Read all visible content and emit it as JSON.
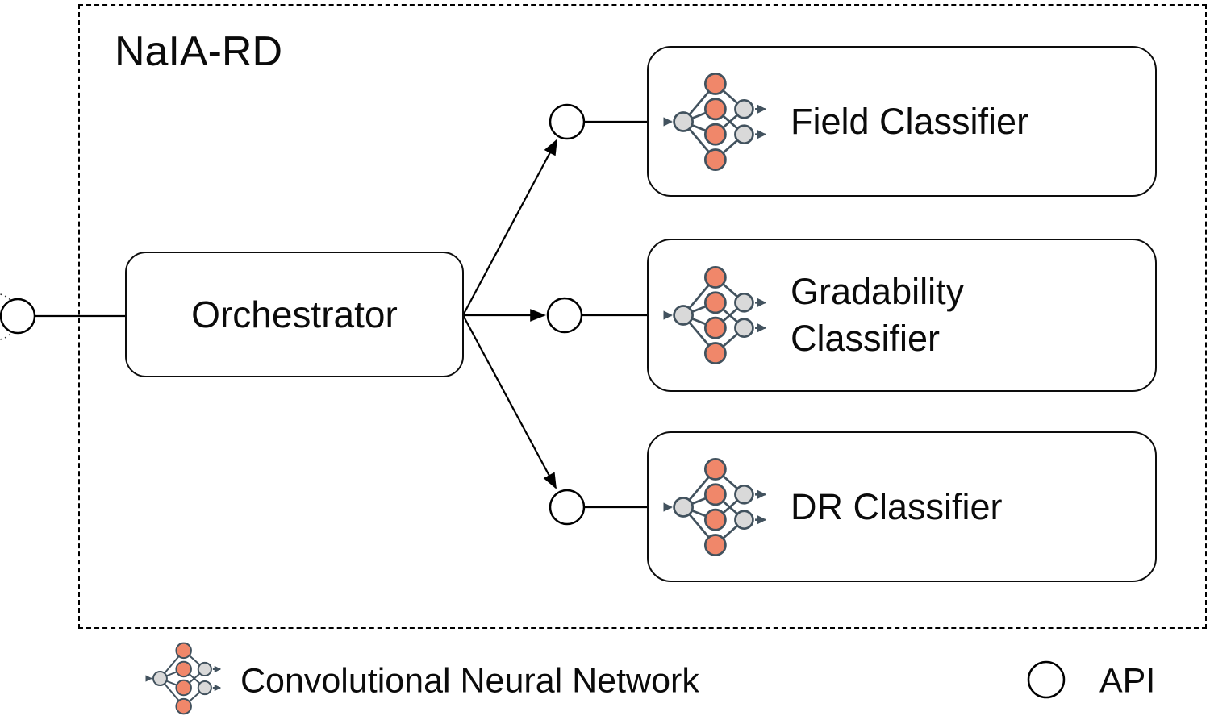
{
  "title": "NaIA-RD",
  "orchestrator": {
    "label": "Orchestrator"
  },
  "classifiers": [
    {
      "label": "Field Classifier"
    },
    {
      "label": "Gradability Classifier"
    },
    {
      "label": "DR Classifier"
    }
  ],
  "legend": {
    "cnn_label": "Convolutional Neural Network",
    "api_label": "API"
  },
  "colors": {
    "node_orange": "#F0876A",
    "node_gray": "#D9D9D9",
    "node_stroke": "#42525E",
    "line": "#000000",
    "background": "#FFFFFF",
    "text": "#0B0B0B"
  }
}
